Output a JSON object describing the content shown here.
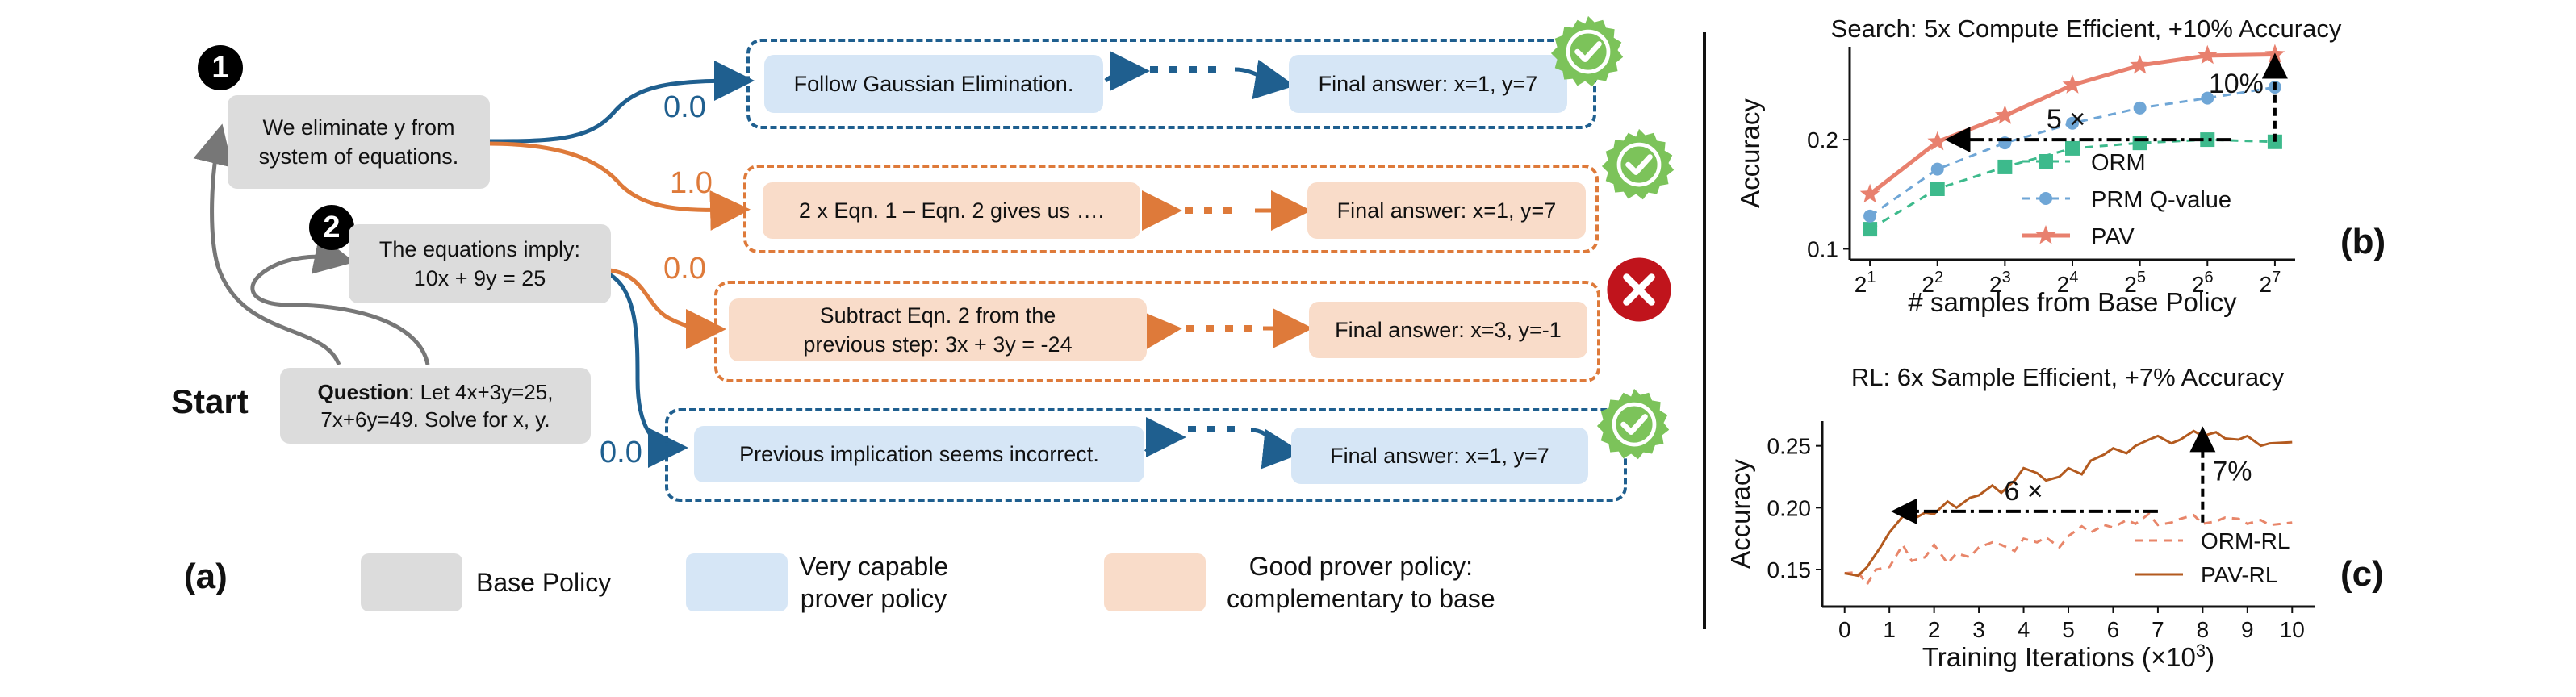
{
  "panel_a": {
    "badge_1": "1",
    "badge_2": "2",
    "start_label": "Start",
    "panel_label": "(a)",
    "question": {
      "bold": "Question",
      "line1_rest": ": Let 4x+3y=25,",
      "line2": "7x+6y=49. Solve for x, y."
    },
    "step1": [
      "We eliminate y from",
      "system of equations."
    ],
    "step2": [
      "The equations imply:",
      "10x + 9y = 25"
    ],
    "branches": [
      {
        "score": "0.0",
        "step": [
          "Follow Gaussian Elimination."
        ],
        "final": "Final answer: x=1, y=7",
        "verdict": "correct",
        "color": "blue"
      },
      {
        "score": "1.0",
        "step": [
          "2 x Eqn. 1 – Eqn. 2 gives us …."
        ],
        "final": "Final answer: x=1, y=7",
        "verdict": "correct",
        "color": "orange"
      },
      {
        "score": "0.0",
        "step": [
          "Subtract Eqn. 2 from the",
          "previous step: 3x + 3y = -24"
        ],
        "final": "Final answer: x=3, y=-1",
        "verdict": "incorrect",
        "color": "orange"
      },
      {
        "score": "0.0",
        "step": [
          "Previous implication seems incorrect."
        ],
        "final": "Final answer: x=1, y=7",
        "verdict": "correct",
        "color": "blue"
      }
    ],
    "legend": [
      {
        "label": [
          "Base Policy"
        ],
        "color": "#dcdcdc"
      },
      {
        "label": [
          "Very capable",
          "prover policy"
        ],
        "color": "#d6e6f6"
      },
      {
        "label": [
          "Good prover policy:",
          "complementary to base"
        ],
        "color": "#f9dcc9"
      }
    ],
    "colors": {
      "blue": "#1f5f8f",
      "orange": "#de7a3a",
      "gray": "#777777",
      "check": "#7cc35a",
      "cross": "#c0141c"
    }
  },
  "chart_data": [
    {
      "type": "line",
      "panel_label": "(b)",
      "title": "Search: 5x  Compute Efficient, +10% Accuracy",
      "xlabel": "# samples from Base Policy",
      "ylabel": "Accuracy",
      "x_tick_base": "2",
      "x_tick_exp": [
        "1",
        "2",
        "3",
        "4",
        "5",
        "6",
        "7"
      ],
      "x": [
        1,
        2,
        3,
        4,
        5,
        6,
        7
      ],
      "xlim": [
        0.7,
        7.3
      ],
      "ylim": [
        0.09,
        0.285
      ],
      "y_ticks": [
        0.1,
        0.2
      ],
      "y_tick_labels": [
        "0.1",
        "0.2"
      ],
      "series": [
        {
          "name": "ORM",
          "values": [
            0.118,
            0.155,
            0.175,
            0.192,
            0.197,
            0.2,
            0.198
          ],
          "color": "#3dba8c",
          "marker": "square",
          "dashed": true
        },
        {
          "name": "PRM Q-value",
          "values": [
            0.13,
            0.173,
            0.197,
            0.215,
            0.229,
            0.238,
            0.248
          ],
          "color": "#6fa6d6",
          "marker": "circle",
          "dashed": true
        },
        {
          "name": "PAV",
          "values": [
            0.15,
            0.198,
            0.222,
            0.25,
            0.268,
            0.277,
            0.278
          ],
          "color": "#e8806e",
          "marker": "star",
          "dashed": false
        }
      ],
      "annotations": {
        "horizontal": "5 ×",
        "vertical": "10%"
      }
    },
    {
      "type": "line",
      "panel_label": "(c)",
      "title": "RL: 6x Sample Efficient, +7% Accuracy",
      "xlabel_base": "Training Iterations (×10",
      "xlabel_exp": "3",
      "xlabel_close": ")",
      "ylabel": "Accuracy",
      "x_ticks": [
        0,
        1,
        2,
        3,
        4,
        5,
        6,
        7,
        8,
        9,
        10
      ],
      "x_tick_labels": [
        "0",
        "1",
        "2",
        "3",
        "4",
        "5",
        "6",
        "7",
        "8",
        "9",
        "10"
      ],
      "xlim": [
        -0.5,
        10.5
      ],
      "ylim": [
        0.12,
        0.27
      ],
      "y_ticks": [
        0.15,
        0.2,
        0.25
      ],
      "y_tick_labels": [
        "0.15",
        "0.20",
        "0.25"
      ],
      "series": [
        {
          "name": "ORM-RL",
          "color": "#e8866a",
          "dashed": true,
          "x": [
            0,
            0.3,
            0.5,
            0.7,
            1.0,
            1.3,
            1.5,
            1.8,
            2.0,
            2.3,
            2.5,
            2.8,
            3.0,
            3.3,
            3.5,
            3.8,
            4.0,
            4.3,
            4.5,
            4.8,
            5.0,
            5.3,
            5.5,
            5.8,
            6.0,
            6.3,
            6.5,
            6.8,
            7.0,
            7.3,
            7.5,
            7.8,
            8.0,
            8.3,
            8.5,
            8.8,
            9.0,
            9.3,
            9.5,
            10.0
          ],
          "values": [
            0.147,
            0.148,
            0.138,
            0.15,
            0.152,
            0.17,
            0.157,
            0.16,
            0.17,
            0.155,
            0.163,
            0.16,
            0.168,
            0.172,
            0.17,
            0.165,
            0.175,
            0.172,
            0.176,
            0.168,
            0.177,
            0.185,
            0.18,
            0.186,
            0.184,
            0.19,
            0.187,
            0.195,
            0.186,
            0.188,
            0.191,
            0.194,
            0.187,
            0.189,
            0.192,
            0.191,
            0.187,
            0.19,
            0.186,
            0.188
          ]
        },
        {
          "name": "PAV-RL",
          "color": "#b35a1f",
          "dashed": false,
          "x": [
            0,
            0.3,
            0.5,
            0.8,
            1.0,
            1.3,
            1.5,
            1.8,
            2.0,
            2.3,
            2.5,
            2.8,
            3.0,
            3.3,
            3.5,
            3.8,
            4.0,
            4.3,
            4.5,
            4.8,
            5.0,
            5.3,
            5.5,
            5.8,
            6.0,
            6.3,
            6.5,
            6.8,
            7.0,
            7.3,
            7.5,
            7.8,
            8.0,
            8.3,
            8.5,
            8.8,
            9.0,
            9.3,
            9.5,
            10.0
          ],
          "values": [
            0.147,
            0.145,
            0.152,
            0.168,
            0.18,
            0.193,
            0.19,
            0.196,
            0.195,
            0.205,
            0.2,
            0.208,
            0.21,
            0.218,
            0.212,
            0.222,
            0.232,
            0.228,
            0.222,
            0.225,
            0.232,
            0.227,
            0.238,
            0.243,
            0.248,
            0.244,
            0.25,
            0.255,
            0.258,
            0.252,
            0.255,
            0.262,
            0.258,
            0.261,
            0.256,
            0.255,
            0.258,
            0.25,
            0.252,
            0.253
          ]
        }
      ],
      "annotations": {
        "horizontal": "6 ×",
        "vertical": "7%"
      }
    }
  ]
}
